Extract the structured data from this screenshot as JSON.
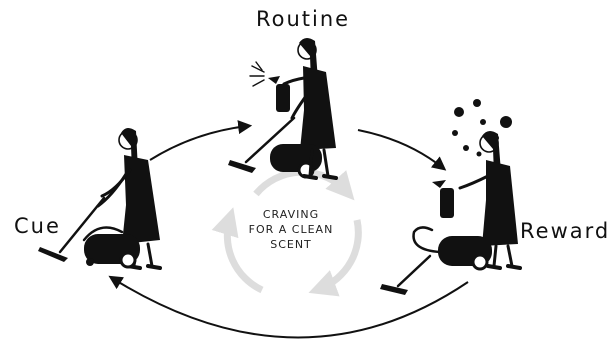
{
  "stages": {
    "routine": "Routine",
    "cue": "Cue",
    "reward": "Reward"
  },
  "craving": {
    "line1": "CRAVING",
    "line2": "FOR A CLEAN",
    "line3": "SCENT"
  },
  "colors": {
    "ink": "#111111",
    "inner_ring": "#dddddd",
    "background": "#ffffff"
  }
}
